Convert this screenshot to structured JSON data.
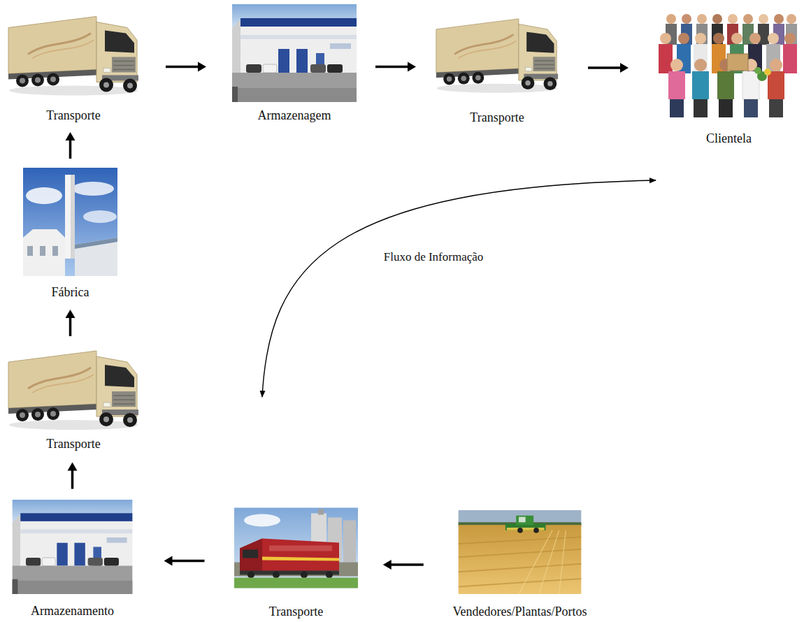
{
  "diagram": {
    "nodes": [
      {
        "text": [
          "Transporte"
        ]
      },
      {
        "text": [
          "Armazenagem"
        ]
      },
      {
        "text": [
          "Transporte"
        ]
      },
      {
        "text": [
          "Clientela"
        ]
      },
      {
        "text": [
          "Fábrica"
        ]
      },
      {
        "text": [
          "Transporte"
        ]
      },
      {
        "text": [
          "Armazenamento"
        ]
      },
      {
        "text": [
          "Transporte"
        ]
      },
      {
        "text": [
          "Vendedores/Plantas/Portos"
        ]
      }
    ],
    "edges": [
      {
        "from": 8,
        "to": 7,
        "arrow": "to"
      },
      {
        "from": 7,
        "to": 6,
        "arrow": "to"
      },
      {
        "from": 6,
        "to": 5,
        "arrow": "to"
      },
      {
        "from": 5,
        "to": 4,
        "arrow": "to"
      },
      {
        "from": 4,
        "to": 0,
        "arrow": "to"
      },
      {
        "from": 0,
        "to": 1,
        "arrow": "to"
      },
      {
        "from": 1,
        "to": 2,
        "arrow": "to"
      },
      {
        "from": 2,
        "to": 3,
        "arrow": "to"
      }
    ],
    "labels": [
      "Fluxo de Informação"
    ]
  }
}
